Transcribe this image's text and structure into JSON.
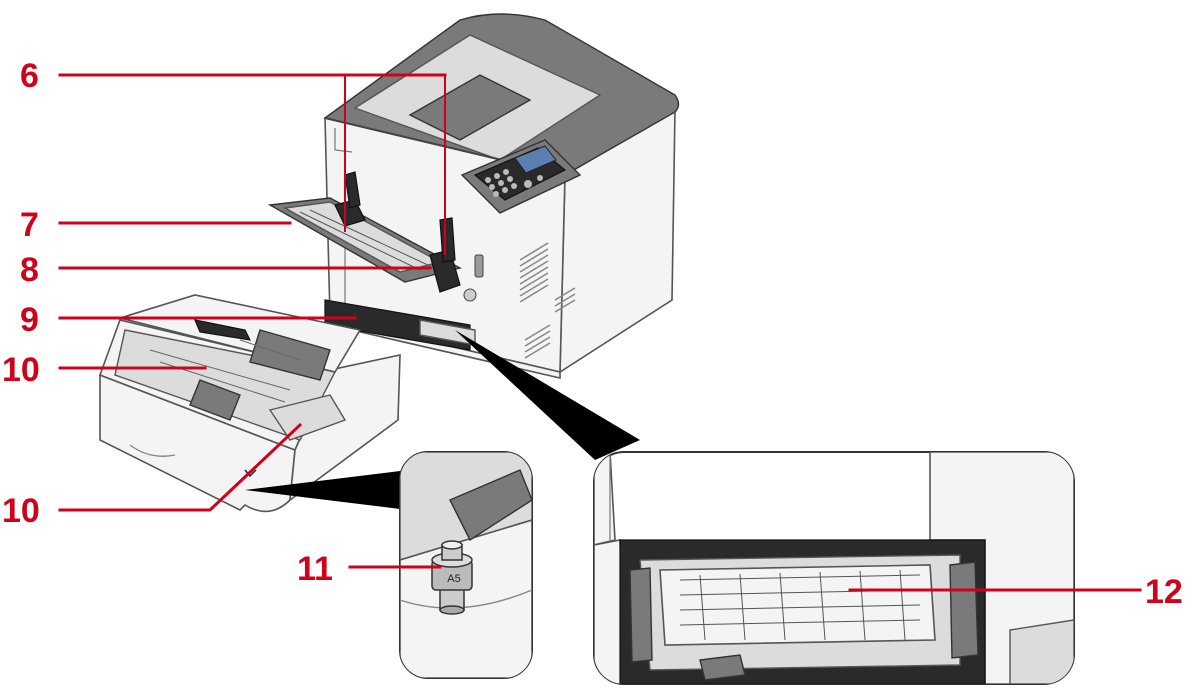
{
  "callouts": {
    "c6": "6",
    "c7": "7",
    "c8": "8",
    "c9": "9",
    "c10a": "10",
    "c10b": "10",
    "c11": "11",
    "c12": "12"
  },
  "dial_label": "A5",
  "colors": {
    "callout": "#d0021b",
    "printer_top": "#7a7a7a",
    "printer_body": "#f4f4f4",
    "panel_screen": "#5a7fb0"
  }
}
